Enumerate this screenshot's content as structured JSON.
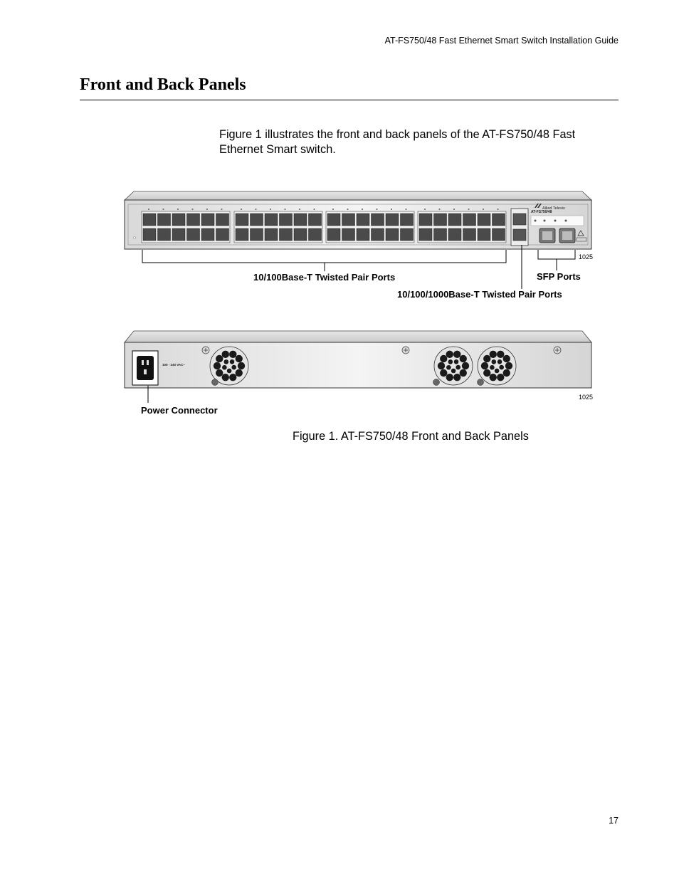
{
  "header": {
    "running_title": "AT-FS750/48 Fast Ethernet Smart Switch Installation Guide"
  },
  "section": {
    "title": "Front and Back Panels"
  },
  "body": {
    "intro": "Figure 1 illustrates the front and back panels of the AT-FS750/48 Fast Ethernet Smart switch."
  },
  "figure": {
    "front_callouts": {
      "twisted_pair_10_100": "10/100Base-T Twisted Pair Ports",
      "sfp": "SFP Ports",
      "twisted_pair_10_100_1000": "10/100/1000Base-T Twisted Pair Ports"
    },
    "front_id": "1025",
    "back_callouts": {
      "power": "Power Connector"
    },
    "back_id": "1025",
    "front_panel": {
      "brand": "Allied Telesis",
      "model": "AT-FS750/48",
      "power_rating": "100 - 240 VAC~"
    },
    "caption": "Figure 1.  AT-FS750/48 Front and Back Panels"
  },
  "footer": {
    "page_number": "17"
  }
}
